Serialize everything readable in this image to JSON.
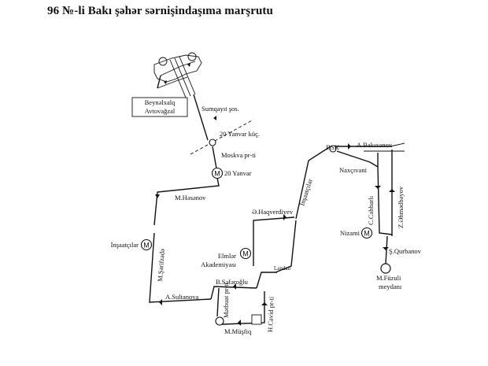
{
  "title": "96  №-li Bakı şəhər sərnişindaşıma marşrutu",
  "metro_symbol": "M",
  "terminal": "Beynəlxalq Avtovağzal",
  "terminal_lines": [
    "Beynəlxalq",
    "Avtovağzal"
  ],
  "streets": {
    "sumqayit": "Sumqayıt şos.",
    "yanvar_kuc": "20 Yanvar küç.",
    "moskva": "Moskva pr-ti",
    "hasanov": "M.Həsənov",
    "sarifzada": "M.Şərifzadə",
    "sultanova": "A.Sultanova",
    "safaroglu": "B.Səfəroğlu",
    "matbuat": "Mətbuat pr-ti",
    "mustfiq": "M.Müşfiq",
    "cavid": "H.Cavid pr-ti",
    "landau": "Landau",
    "haqverdiyev": "Ə.Haqverdiyev",
    "insaatcilar_str": "İnşaatçılar",
    "dsk": "DSK",
    "bakixanov": "A.Bakıxanov",
    "naxcivani": "Naxçıvani",
    "cabbarli": "C.Cabbarlı",
    "ahmadbayov": "Z.Əhmədbəyov",
    "qurbanov": "Ş.Qurbanov"
  },
  "stations": {
    "yanvar20": "20 Yanvar",
    "insaatcilar": "İnşaatçılar",
    "elmlar_lines": [
      "Elmlər",
      "Akademiyası"
    ],
    "nizami": "Nizami",
    "fuzuli_lines": [
      "M.Füzuli",
      "meydanı"
    ]
  }
}
